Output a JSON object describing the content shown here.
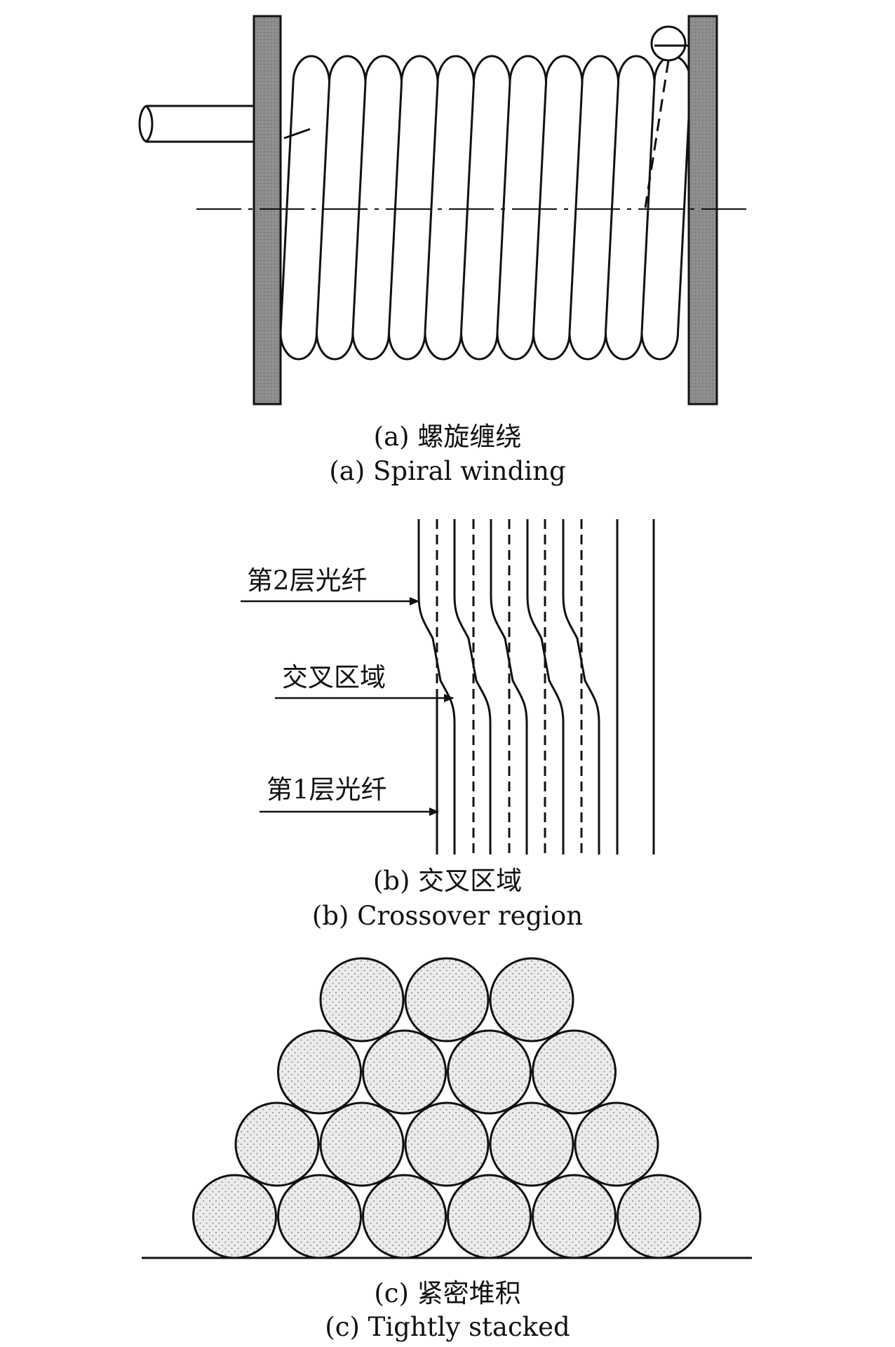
{
  "panel_a": {
    "caption_cn": "(a) 螺旋缠绕",
    "caption_en": "(a) Spiral winding"
  },
  "panel_b": {
    "label_layer2": "第2层光纤",
    "label_crossover": "交叉区域",
    "label_layer1": "第1层光纤",
    "caption_cn": "(b) 交叉区域",
    "caption_en": "(b) Crossover region"
  },
  "panel_c": {
    "rows": [
      6,
      5,
      4,
      3
    ],
    "caption_cn": "(c) 紧密堆积",
    "caption_en": "(c) Tightly stacked"
  },
  "colors": {
    "line": "#111111",
    "flange_fill": "#8c8c8c",
    "fiber_fill": "#e6e6e6"
  }
}
